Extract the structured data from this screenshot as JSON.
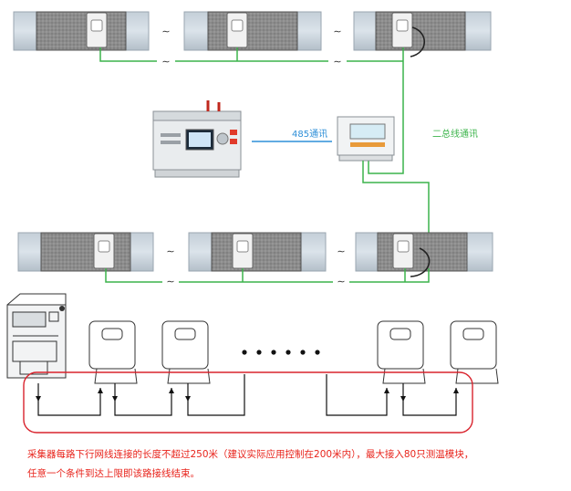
{
  "labels": {
    "rs485": "485通讯",
    "two_bus": "二总线通讯"
  },
  "notes": {
    "line1": "采集器每路下行网线连接的长度不超过250米（建议实际应用控制在200米内），最大接入80只测温模块，",
    "line2": "任意一个条件到达上限即该路接线结束。"
  },
  "colors": {
    "rs485_line": "#2e8fd8",
    "bus_line": "#3cb44b",
    "boundary": "#d9232d",
    "note_text": "#e8231b"
  }
}
